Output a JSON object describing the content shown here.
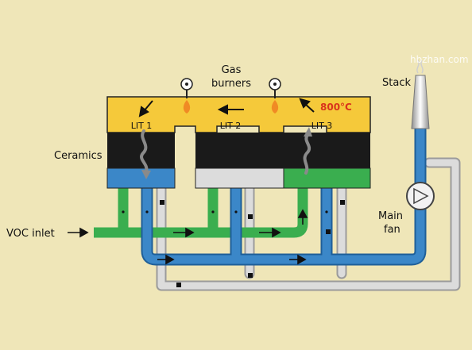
{
  "labels": {
    "gas_burners_line1": "Gas",
    "gas_burners_line2": "burners",
    "ceramics": "Ceramics",
    "voc_inlet": "VOC inlet",
    "stack": "Stack",
    "main_fan_line1": "Main",
    "main_fan_line2": "fan",
    "temperature": "800°C",
    "watermark": "hbzhan.com"
  },
  "units": [
    {
      "id": "lit1",
      "label": "LIT 1",
      "ceramic_state": "cooling (blue)"
    },
    {
      "id": "lit2",
      "label": "LIT 2",
      "ceramic_state": "purge (white)"
    },
    {
      "id": "lit3",
      "label": "LIT 3",
      "ceramic_state": "heating (green)"
    }
  ],
  "colors": {
    "background": "#efe6b8",
    "combustion_chamber": "#f5c93a",
    "ceramics": "#1a1a1a",
    "clean_gas": "#3b87c8",
    "voc_gas": "#3aae4f",
    "purge_gas": "#dcdcdc",
    "flame": "#f08a24",
    "temperature_text": "#d9331c"
  },
  "icons": [
    "burner-icon",
    "flame-icon",
    "flow-arrow-icon",
    "fan-icon",
    "stack-icon",
    "smoke-icon"
  ]
}
